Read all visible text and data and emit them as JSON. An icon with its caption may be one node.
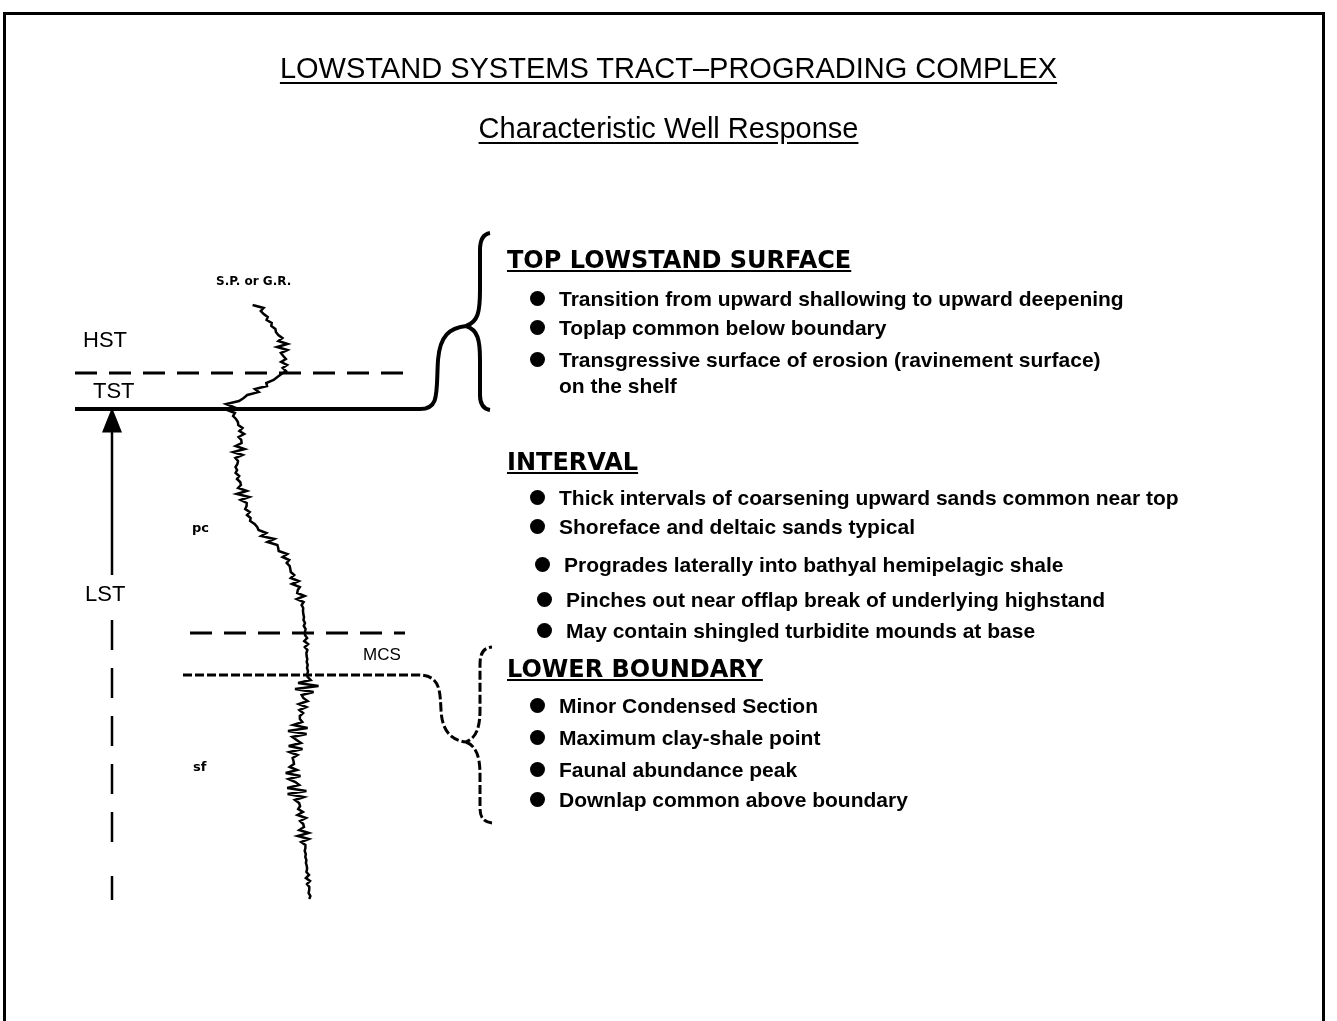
{
  "diagram": {
    "title": "LOWSTAND SYSTEMS TRACT–PROGRADING COMPLEX",
    "labels": [
      "Characteristic Well Response",
      "S.P. or G.R.",
      "TOP LOWSTAND SURFACE",
      "Transition from upward shallowing to upward deepening",
      "Toplap common below boundary",
      "Transgressive surface of erosion (ravinement surface) on the shelf",
      "HST",
      "TST",
      "INTERVAL",
      "Thick intervals of coarsening upward sands common near top",
      "Shoreface and deltaic sands typical",
      "pc",
      "Progrades laterally into bathyal hemipelagic shale",
      "LST",
      "Pinches out near offlap break of underlying highstand",
      "May contain shingled turbidite mounds at base",
      "MCS",
      "LOWER BOUNDARY",
      "Minor Condensed Section",
      "Maximum clay-shale point",
      "sf",
      "Faunal abundance peak",
      "Downlap common above boundary"
    ]
  }
}
